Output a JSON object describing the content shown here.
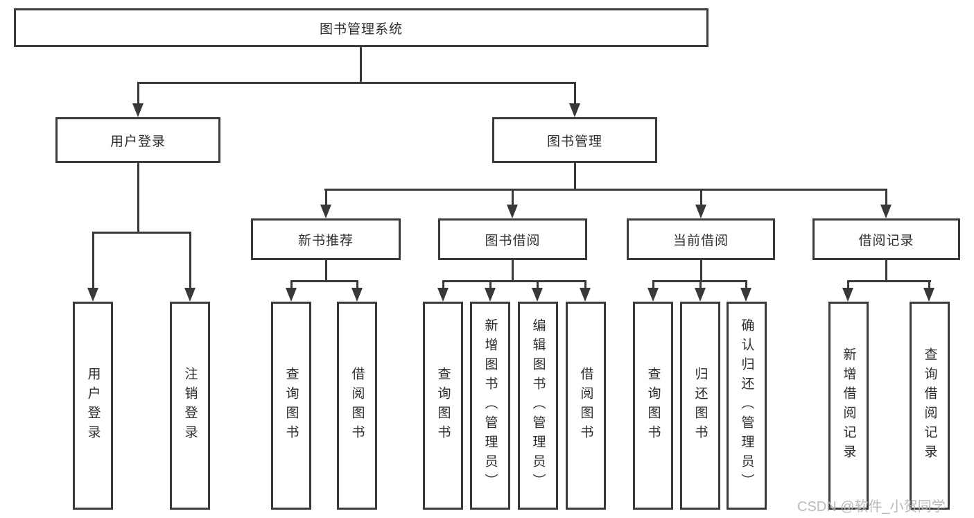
{
  "root": {
    "label": "图书管理系统"
  },
  "branches": {
    "user_login": {
      "label": "用户登录",
      "children": [
        "用户登录",
        "注销登录"
      ]
    },
    "book_mgmt": {
      "label": "图书管理",
      "children": {
        "new_books": {
          "label": "新书推荐",
          "children": [
            "查询图书",
            "借阅图书"
          ]
        },
        "book_borrow": {
          "label": "图书借阅",
          "children": [
            "查询图书",
            "新增图书（管理员）",
            "编辑图书（管理员）",
            "借阅图书"
          ]
        },
        "current_borrow": {
          "label": "当前借阅",
          "children": [
            "查询图书",
            "归还图书",
            "确认归还（管理员）"
          ]
        },
        "borrow_records": {
          "label": "借阅记录",
          "children": [
            "新增借阅记录",
            "查询借阅记录"
          ]
        }
      }
    }
  },
  "watermark": "CSDN @软件_小贺同学",
  "colors": {
    "canvas": "#ffffff",
    "box-fill": "#ffffff",
    "box-border": "#3a3a3a",
    "line": "#383838",
    "text": "#2d2d2d",
    "watermark": "#b3b3b3"
  }
}
